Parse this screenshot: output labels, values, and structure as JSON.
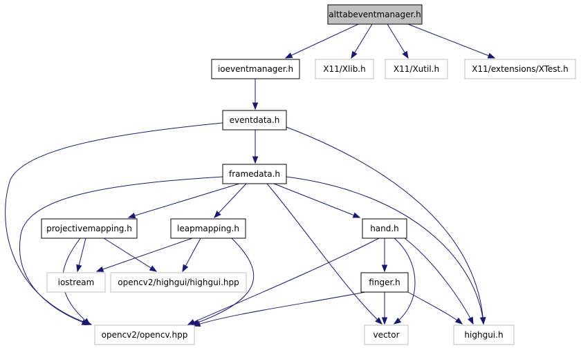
{
  "nodes": [
    {
      "id": "alttab",
      "label": "alttabeventmanager.h",
      "style": "current"
    },
    {
      "id": "ioevent",
      "label": "ioeventmanager.h",
      "style": "local"
    },
    {
      "id": "xlib",
      "label": "X11/Xlib.h",
      "style": "external"
    },
    {
      "id": "xutil",
      "label": "X11/Xutil.h",
      "style": "external"
    },
    {
      "id": "xtest",
      "label": "X11/extensions/XTest.h",
      "style": "external"
    },
    {
      "id": "eventdata",
      "label": "eventdata.h",
      "style": "local"
    },
    {
      "id": "framedata",
      "label": "framedata.h",
      "style": "local"
    },
    {
      "id": "projmap",
      "label": "projectivemapping.h",
      "style": "local"
    },
    {
      "id": "leapmap",
      "label": "leapmapping.h",
      "style": "local"
    },
    {
      "id": "hand",
      "label": "hand.h",
      "style": "local"
    },
    {
      "id": "iostream",
      "label": "iostream",
      "style": "external"
    },
    {
      "id": "ocvhighgui",
      "label": "opencv2/highgui/highgui.hpp",
      "style": "external"
    },
    {
      "id": "finger",
      "label": "finger.h",
      "style": "local"
    },
    {
      "id": "opencv",
      "label": "opencv2/opencv.hpp",
      "style": "external"
    },
    {
      "id": "vector",
      "label": "vector",
      "style": "external"
    },
    {
      "id": "highgui",
      "label": "highgui.h",
      "style": "external"
    }
  ],
  "edges": [
    {
      "from": "alttab",
      "to": "ioevent"
    },
    {
      "from": "alttab",
      "to": "xlib"
    },
    {
      "from": "alttab",
      "to": "xutil"
    },
    {
      "from": "alttab",
      "to": "xtest"
    },
    {
      "from": "ioevent",
      "to": "eventdata"
    },
    {
      "from": "eventdata",
      "to": "framedata"
    },
    {
      "from": "eventdata",
      "to": "opencv"
    },
    {
      "from": "eventdata",
      "to": "highgui"
    },
    {
      "from": "framedata",
      "to": "projmap"
    },
    {
      "from": "framedata",
      "to": "leapmap"
    },
    {
      "from": "framedata",
      "to": "hand"
    },
    {
      "from": "framedata",
      "to": "opencv"
    },
    {
      "from": "framedata",
      "to": "vector"
    },
    {
      "from": "framedata",
      "to": "highgui"
    },
    {
      "from": "projmap",
      "to": "iostream"
    },
    {
      "from": "projmap",
      "to": "ocvhighgui"
    },
    {
      "from": "projmap",
      "to": "opencv"
    },
    {
      "from": "leapmap",
      "to": "iostream"
    },
    {
      "from": "leapmap",
      "to": "ocvhighgui"
    },
    {
      "from": "leapmap",
      "to": "opencv"
    },
    {
      "from": "hand",
      "to": "finger"
    },
    {
      "from": "hand",
      "to": "opencv"
    },
    {
      "from": "hand",
      "to": "vector"
    },
    {
      "from": "hand",
      "to": "highgui"
    },
    {
      "from": "finger",
      "to": "opencv"
    },
    {
      "from": "finger",
      "to": "vector"
    },
    {
      "from": "finger",
      "to": "highgui"
    }
  ],
  "colors": {
    "edge": "#191970",
    "current_fill": "#bfbfbf",
    "local_border": "#000000",
    "external_border": "#bfbfbf"
  }
}
